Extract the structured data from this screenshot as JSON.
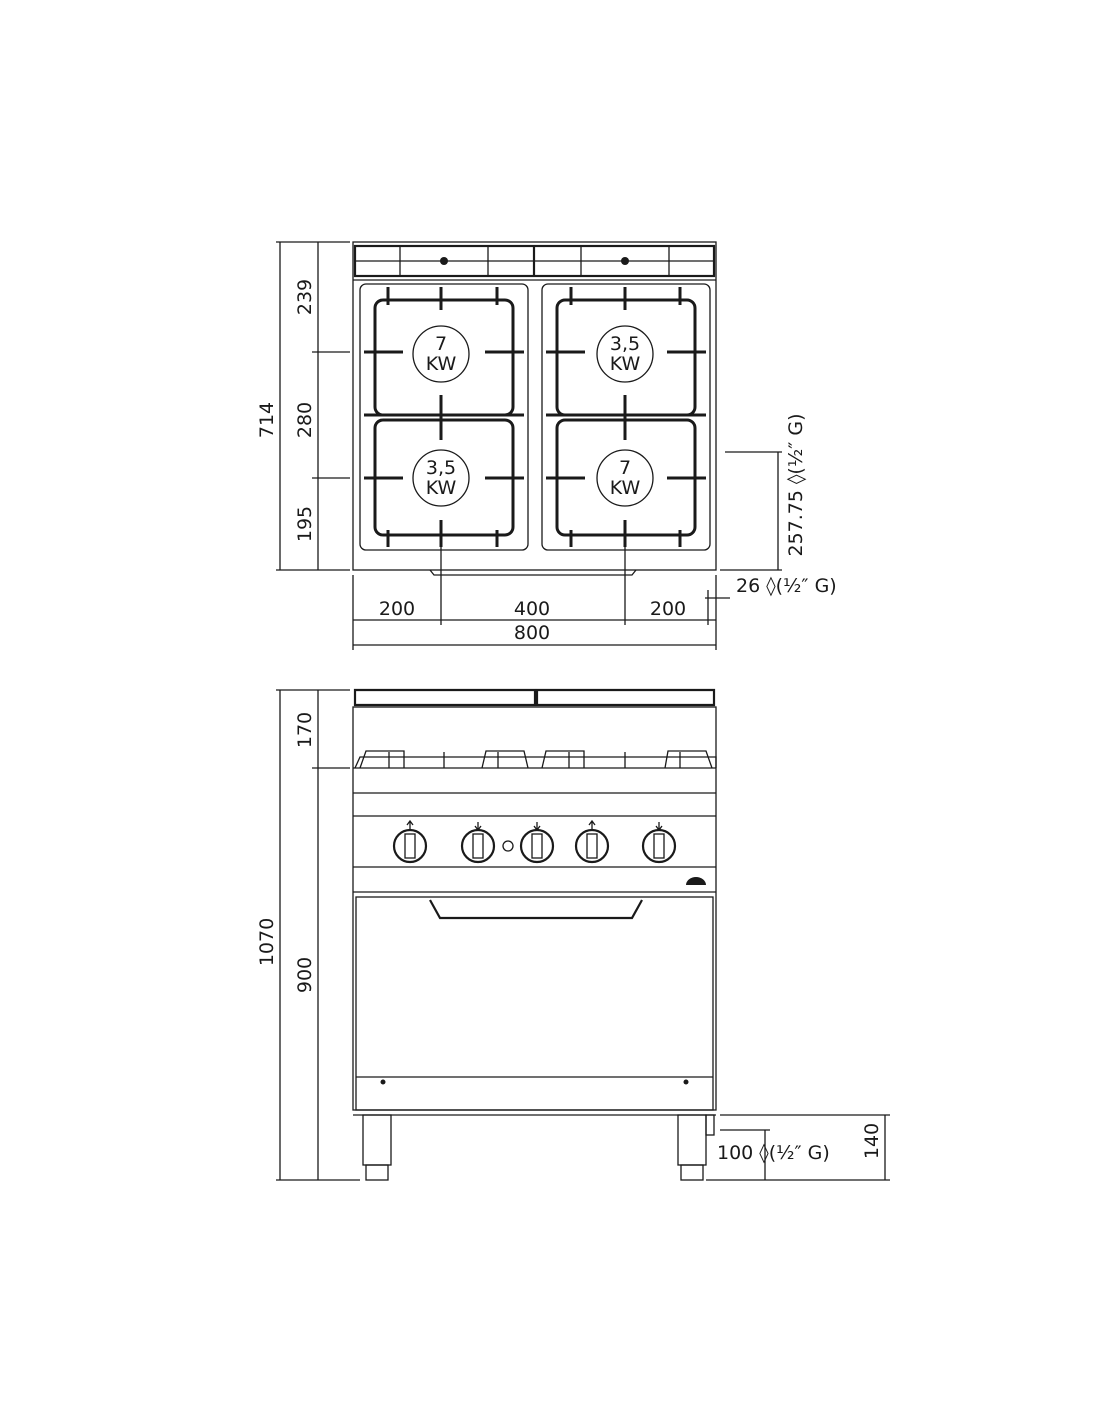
{
  "top_view": {
    "burners": [
      {
        "power": "7",
        "unit": "KW"
      },
      {
        "power": "3,5",
        "unit": "KW"
      },
      {
        "power": "3,5",
        "unit": "KW"
      },
      {
        "power": "7",
        "unit": "KW"
      }
    ],
    "dims": {
      "total_depth": "714",
      "depth_back": "239",
      "depth_mid": "280",
      "depth_front": "195",
      "gas_inlet_height": "257.75 ◊(½″ G)",
      "gas_inlet_offset": "26 ◊(½″ G)",
      "width_left": "200",
      "width_mid": "400",
      "width_right": "200",
      "total_width": "800"
    }
  },
  "front_view": {
    "dims": {
      "total_height": "1070",
      "top_height": "170",
      "work_height": "900",
      "leg_height": "140",
      "gas_inlet_height": "100 ◊(½″ G)"
    }
  }
}
